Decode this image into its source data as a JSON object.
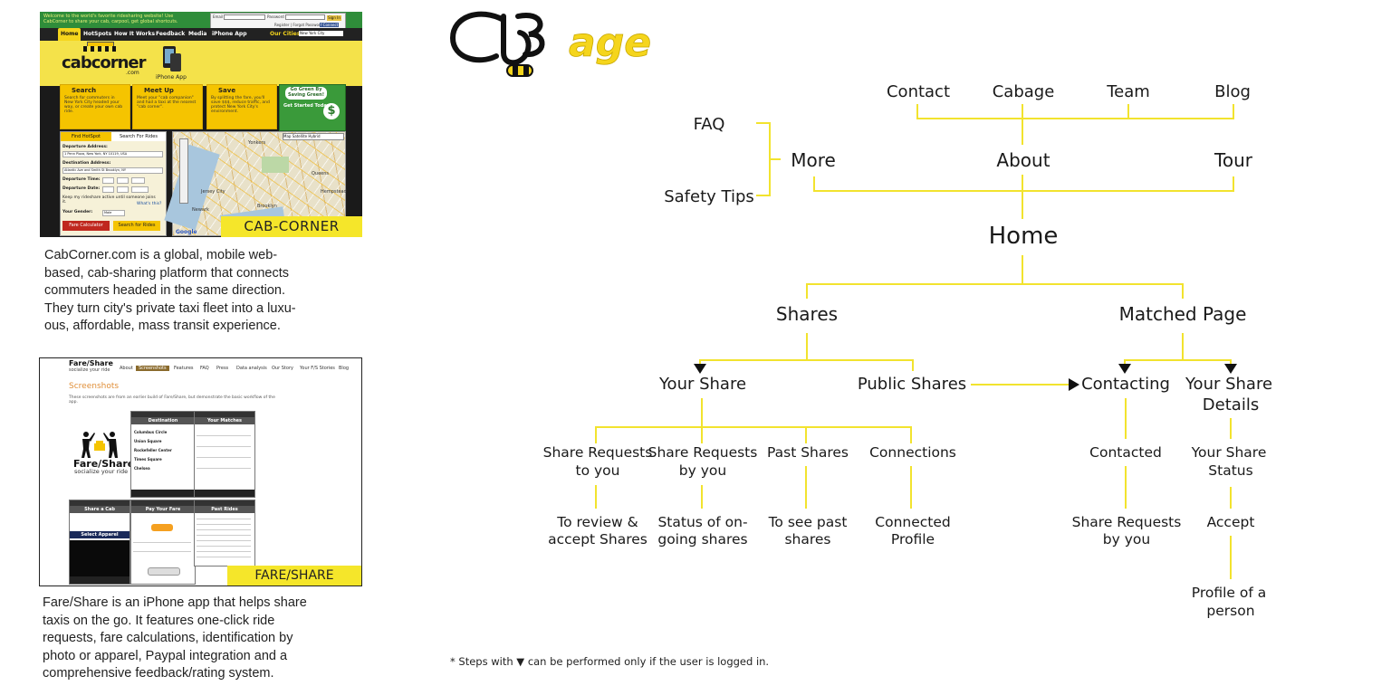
{
  "cabcorner": {
    "welcome": "Welcome to the world's favorite ridesharing website! Use CabCorner to share your cab, carpool, get global shortcuts.",
    "email_label": "Email",
    "password_label": "Password",
    "signin": "Sign In",
    "register": "Register | Forgot Password?",
    "facebook": "f Connect",
    "nav": [
      "Home",
      "HotSpots",
      "How It Works",
      "Feedback",
      "Media",
      "iPhone App"
    ],
    "our_cities": "Our Cities",
    "city": "New York City",
    "logo": "cabcorner",
    "logo_com": ".com",
    "iphone_app": "iPhone App",
    "boxes": [
      {
        "title": "Search",
        "body": "Search for commuters in New York City headed your way, or create your own cab ride."
      },
      {
        "title": "Meet Up",
        "body": "Meet your \"cab companion\" and hail a taxi at the nearest \"cab corner\"."
      },
      {
        "title": "Save",
        "body": "By splitting the fare, you'll save $$$, reduce traffic, and protect New York City's environment."
      }
    ],
    "green_title": "Go Green By Saving Green!",
    "get_started": "Get Started Today!",
    "dollar": "$",
    "tab_find": "Find HotSpot",
    "tab_search": "Search For Rides",
    "departure_address_label": "Departure Address:",
    "departure_address": "1 Penn Plaza, New York, NY 10119, USA",
    "destination_address_label": "Destination Address:",
    "destination_address": "Atlantic Ave and Smith St Brooklyn, NY",
    "departure_time_label": "Departure Time:",
    "departure_date_label": "Departure Date:",
    "keep_active": "Keep my rideshare active until someone joins it.",
    "whats_this": "What's this?",
    "gender_label": "Your Gender:",
    "gender": "Male",
    "fare_calc": "Fare Calculator",
    "search_rides": "Search for Rides",
    "map_tabs": "Map  Satellite  Hybrid",
    "map_cities": [
      "Jersey City",
      "Queens",
      "Brooklyn",
      "Newark",
      "Hempstead",
      "Yonkers"
    ],
    "google": "Google",
    "label": "CAB-CORNER"
  },
  "cabcorner_desc": [
    "CabCorner.com is a global, mobile web-",
    "based, cab-sharing platform that connects",
    "commuters headed in the same direction.",
    "They turn city's private taxi fleet into a luxu-",
    "ous, affordable, mass transit experience."
  ],
  "fareshare": {
    "logo": "Fare/Share",
    "tagline": "socialize your ride",
    "nav": [
      "About",
      "Screenshots",
      "Features",
      "FAQ",
      "Press",
      "Data analysis",
      "Our Story",
      "Your F/S Stories",
      "Blog"
    ],
    "heading": "Screenshots",
    "description": "These screenshots are from an earlier build of Fare/Share, but demonstrate the basic workflow of the app.",
    "big_logo": "Fare/Share",
    "big_tag": "socialize your ride",
    "screens": [
      "Destination",
      "Your Matches",
      "Share a Cab",
      "Pay Your Fare",
      "Past Rides",
      "Select Apparel"
    ],
    "rows": [
      "Columbus Circle",
      "Union Square",
      "Rockefeller Center",
      "Times Square",
      "Chelsea"
    ],
    "label": "FARE/SHARE"
  },
  "fareshare_desc": [
    "Fare/Share is an iPhone app that helps share",
    "taxis on the go. It features one-click ride",
    "requests, fare calculations, identification by",
    "photo or apparel, Paypal integration and a",
    "comprehensive feedback/rating system."
  ],
  "brand": {
    "logo_left": "Cb",
    "logo_right": "age",
    "accent": "#f2e32e"
  },
  "sitemap": {
    "contact": "Contact",
    "cabage": "Cabage",
    "team": "Team",
    "blog": "Blog",
    "faq": "FAQ",
    "safety_tips": "Safety Tips",
    "more": "More",
    "about": "About",
    "tour": "Tour",
    "home": "Home",
    "shares": "Shares",
    "matched_page": "Matched Page",
    "your_share": "Your Share",
    "public_shares": "Public Shares",
    "contacting": "Contacting",
    "your_share_details": [
      "Your Share",
      "Details"
    ],
    "share_requests_to_you": [
      "Share Requests",
      "to you"
    ],
    "share_requests_by_you": [
      "Share Requests",
      "by you"
    ],
    "past_shares": "Past Shares",
    "connections": "Connections",
    "contacted": "Contacted",
    "your_share_status": [
      "Your Share",
      "Status"
    ],
    "to_review": [
      "To review &",
      "accept Shares"
    ],
    "status_ongoing": [
      "Status of on-",
      "going shares"
    ],
    "to_see_past": [
      "To see past",
      "shares"
    ],
    "connected_profile": [
      "Connected",
      "Profile"
    ],
    "share_requests_by_you_2": [
      "Share Requests",
      "by you"
    ],
    "accept": "Accept",
    "profile_of_person": [
      "Profile of a",
      "person"
    ]
  },
  "footnote": {
    "before": "* Steps with",
    "marker": "▼",
    "after": "can be performed only if the user is logged in."
  }
}
